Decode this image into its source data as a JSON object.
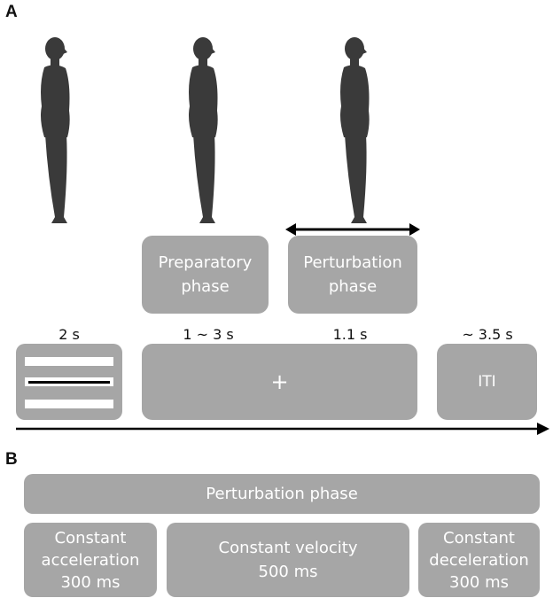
{
  "panels": {
    "a": "A",
    "b": "B"
  },
  "colors": {
    "box": "#a6a6a6",
    "figure": "#3a3a3a",
    "text_on_box": "#ffffff",
    "arrow": "#000000"
  },
  "icons": [
    "human-figure-icon",
    "human-figure-icon",
    "human-figure-icon"
  ],
  "phases": {
    "preparatory": {
      "line1": "Preparatory",
      "line2": "phase"
    },
    "perturbation": {
      "line1": "Perturbation",
      "line2": "phase"
    }
  },
  "timeline": {
    "durations": [
      "2 s",
      "1 ~ 3 s",
      "1.1 s",
      "~ 3.5 s"
    ],
    "fixation": "+",
    "iti": "ITI"
  },
  "panel_b": {
    "header": "Perturbation phase",
    "segments": [
      {
        "line1": "Constant",
        "line2": "acceleration",
        "line3": "300 ms"
      },
      {
        "line1": "Constant velocity",
        "line2": "500 ms"
      },
      {
        "line1": "Constant",
        "line2": "deceleration",
        "line3": "300 ms"
      }
    ]
  }
}
